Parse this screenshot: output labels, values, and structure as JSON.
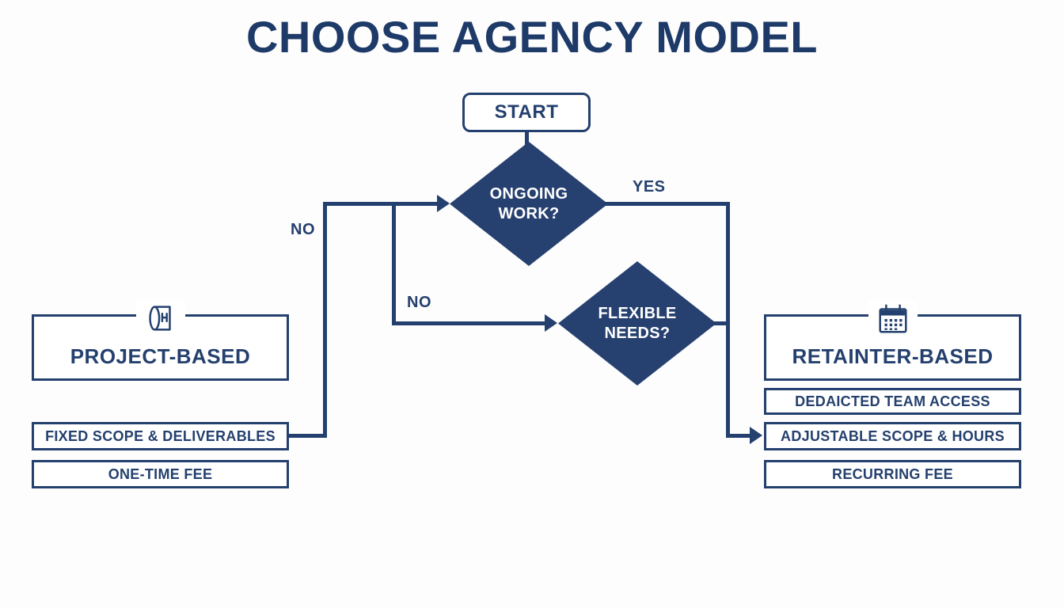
{
  "title": "CHOOSE AGENCY MODEL",
  "flow": {
    "start_label": "START",
    "decision1": "ONGOING WORK?",
    "decision2": "FLEXIBLE NEEDS?",
    "labels": {
      "yes": "YES",
      "no_left": "NO",
      "no_mid": "NO"
    }
  },
  "left_branch": {
    "icon": "blueprint-icon",
    "title": "PROJECT-BASED",
    "items": [
      "FIXED SCOPE & DELIVERABLES",
      "ONE-TIME FEE"
    ]
  },
  "right_branch": {
    "icon": "calendar-icon",
    "title": "RETAINTER-BASED",
    "items": [
      "DEDAICTED TEAM ACCESS",
      "ADJUSTABLE SCOPE & HOURS",
      "RECURRING FEE"
    ]
  },
  "colors": {
    "navy": "#24406e",
    "diamond_fill": "#26406f",
    "title": "#1e3a68",
    "background": "#fdfdfd"
  }
}
